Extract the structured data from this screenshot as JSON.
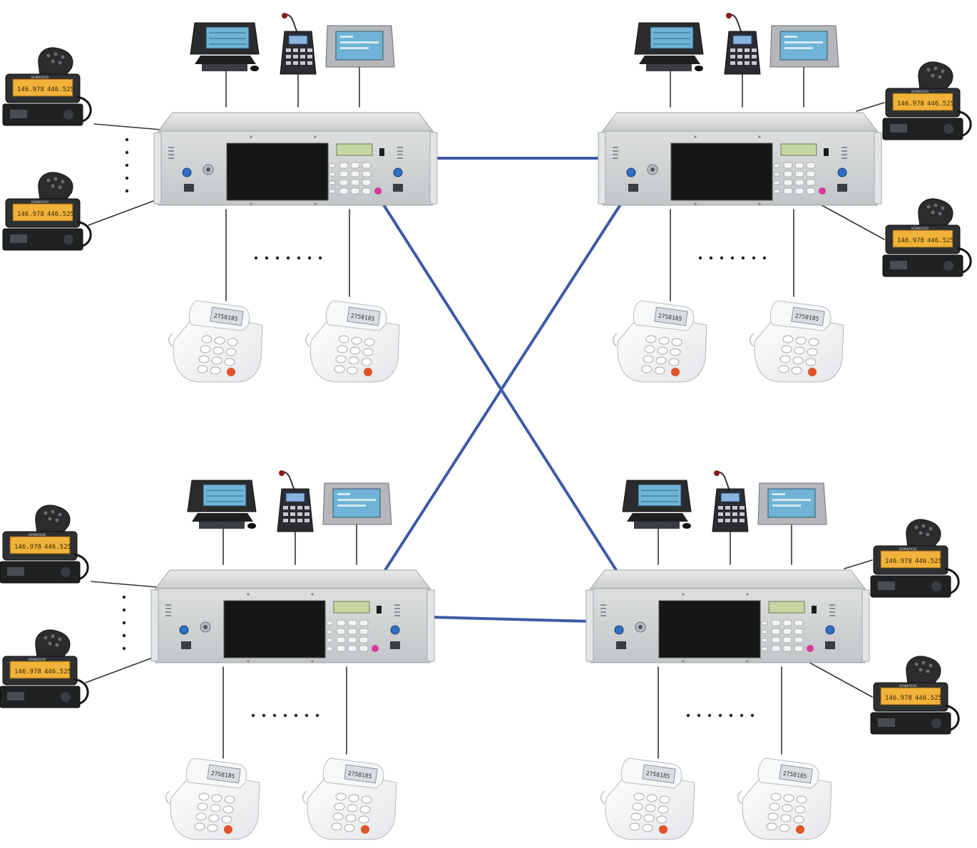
{
  "diagram": {
    "nodes": [
      {
        "id": "sw-tl",
        "kind": "rack-switch",
        "screen_lcd": "",
        "led": "#d63aa0"
      },
      {
        "id": "sw-tr",
        "kind": "rack-switch",
        "screen_lcd": "",
        "led": "#d63aa0"
      },
      {
        "id": "sw-bl",
        "kind": "rack-switch",
        "screen_lcd": "",
        "led": "#d63aa0"
      },
      {
        "id": "sw-br",
        "kind": "rack-switch",
        "screen_lcd": "",
        "led": "#d63aa0"
      }
    ],
    "radio_display": {
      "freq_left": "146.978",
      "freq_right": "446.525",
      "brand": "KENWOOD"
    },
    "phone_display": {
      "digits": "2758185"
    },
    "colors": {
      "link": "#3d5aa8",
      "wire": "#333333",
      "chassis": "#d9dbdc",
      "screen": "#161616",
      "lcd": "#c6d7a4",
      "radio_lcd": "#f1b23a",
      "console_screen": "#6fb3d6"
    },
    "icons": [
      "rack-switch-icon",
      "mobile-radio-icon",
      "desk-phone-icon",
      "console-pc-icon",
      "mic-console-icon",
      "touch-panel-icon",
      "ellipsis-dots-icon"
    ]
  }
}
